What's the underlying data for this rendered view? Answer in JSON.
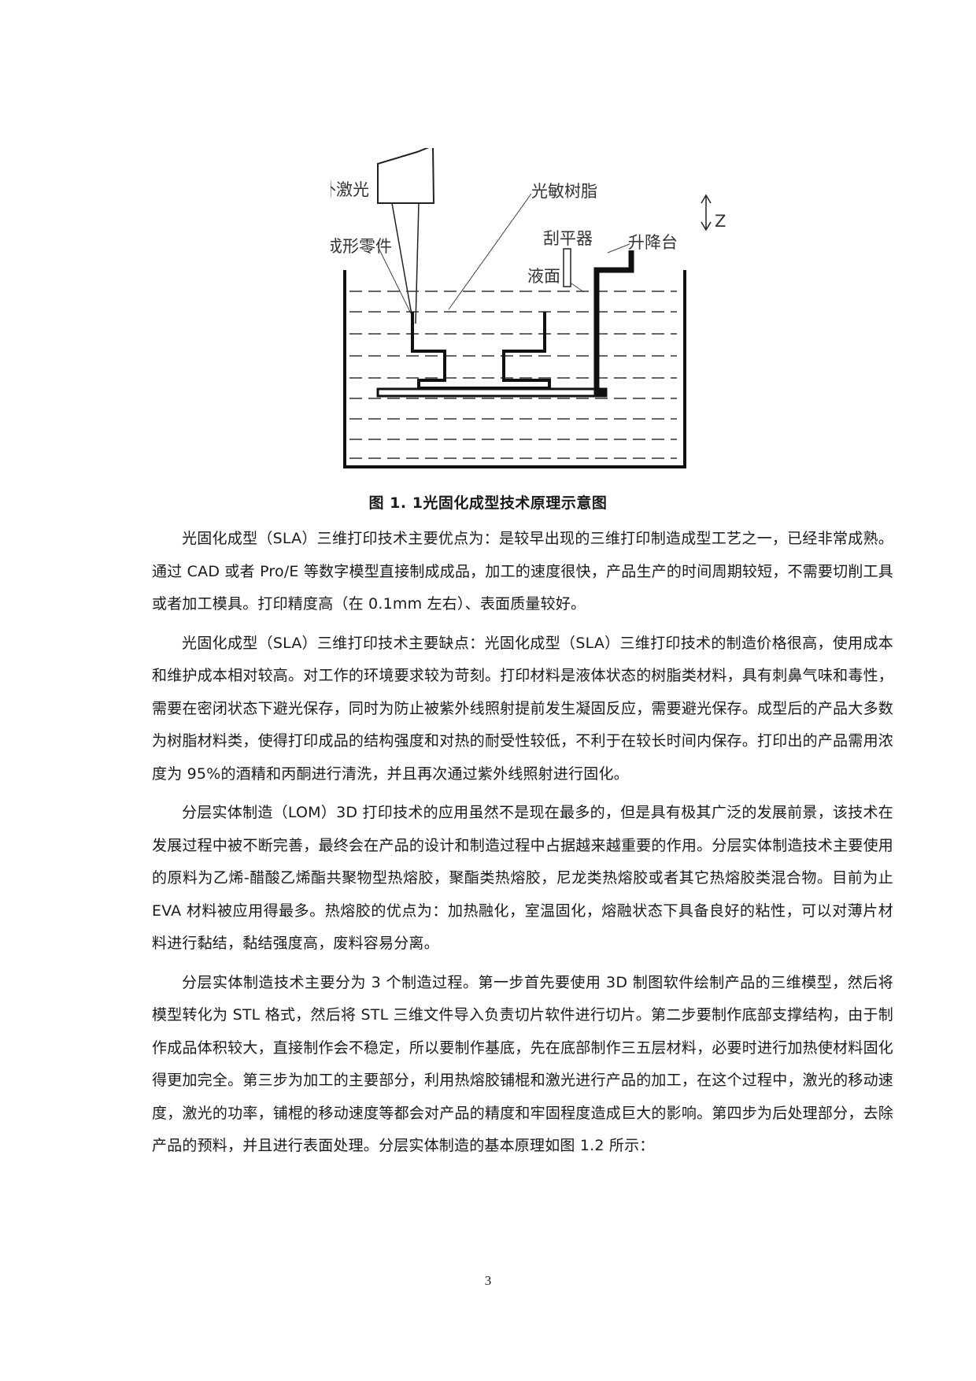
{
  "figure": {
    "labels": {
      "uv_laser": "紫外激光",
      "photosensitive_resin": "光敏树脂",
      "z_axis": "Z",
      "formed_part": "成形零件",
      "scraper": "刮平器",
      "lifting_platform": "升降台",
      "liquid_surface": "液面"
    },
    "caption": "图 1. 1光固化成型技术原理示意图"
  },
  "paragraphs": [
    "光固化成型（SLA）三维打印技术主要优点为：是较早出现的三维打印制造成型工艺之一，已经非常成熟。通过 CAD 或者 Pro/E 等数字模型直接制成成品，加工的速度很快，产品生产的时间周期较短，不需要切削工具或者加工模具。打印精度高（在 0.1mm 左右）、表面质量较好。",
    "光固化成型（SLA）三维打印技术主要缺点：光固化成型（SLA）三维打印技术的制造价格很高，使用成本和维护成本相对较高。对工作的环境要求较为苛刻。打印材料是液体状态的树脂类材料，具有刺鼻气味和毒性，需要在密闭状态下避光保存，同时为防止被紫外线照射提前发生凝固反应，需要避光保存。成型后的产品大多数为树脂材料类，使得打印成品的结构强度和对热的耐受性较低，不利于在较长时间内保存。打印出的产品需用浓度为 95%的酒精和丙酮进行清洗，并且再次通过紫外线照射进行固化。",
    "分层实体制造（LOM）3D 打印技术的应用虽然不是现在最多的，但是具有极其广泛的发展前景，该技术在发展过程中被不断完善，最终会在产品的设计和制造过程中占据越来越重要的作用。分层实体制造技术主要使用的原料为乙烯-醋酸乙烯酯共聚物型热熔胶，聚酯类热熔胶，尼龙类热熔胶或者其它热熔胶类混合物。目前为止 EVA 材料被应用得最多。热熔胶的优点为：加热融化，室温固化，熔融状态下具备良好的粘性，可以对薄片材料进行黏结，黏结强度高，废料容易分离。",
    "分层实体制造技术主要分为 3 个制造过程。第一步首先要使用 3D 制图软件绘制产品的三维模型，然后将模型转化为 STL 格式，然后将 STL 三维文件导入负责切片软件进行切片。第二步要制作底部支撑结构，由于制作成品体积较大，直接制作会不稳定，所以要制作基底，先在底部制作三五层材料，必要时进行加热使材料固化得更加完全。第三步为加工的主要部分，利用热熔胶铺棍和激光进行产品的加工，在这个过程中，激光的移动速度，激光的功率，铺棍的移动速度等都会对产品的精度和牢固程度造成巨大的影响。第四步为后处理部分，去除产品的预料，并且进行表面处理。分层实体制造的基本原理如图 1.2 所示："
  ],
  "page_number": "3"
}
